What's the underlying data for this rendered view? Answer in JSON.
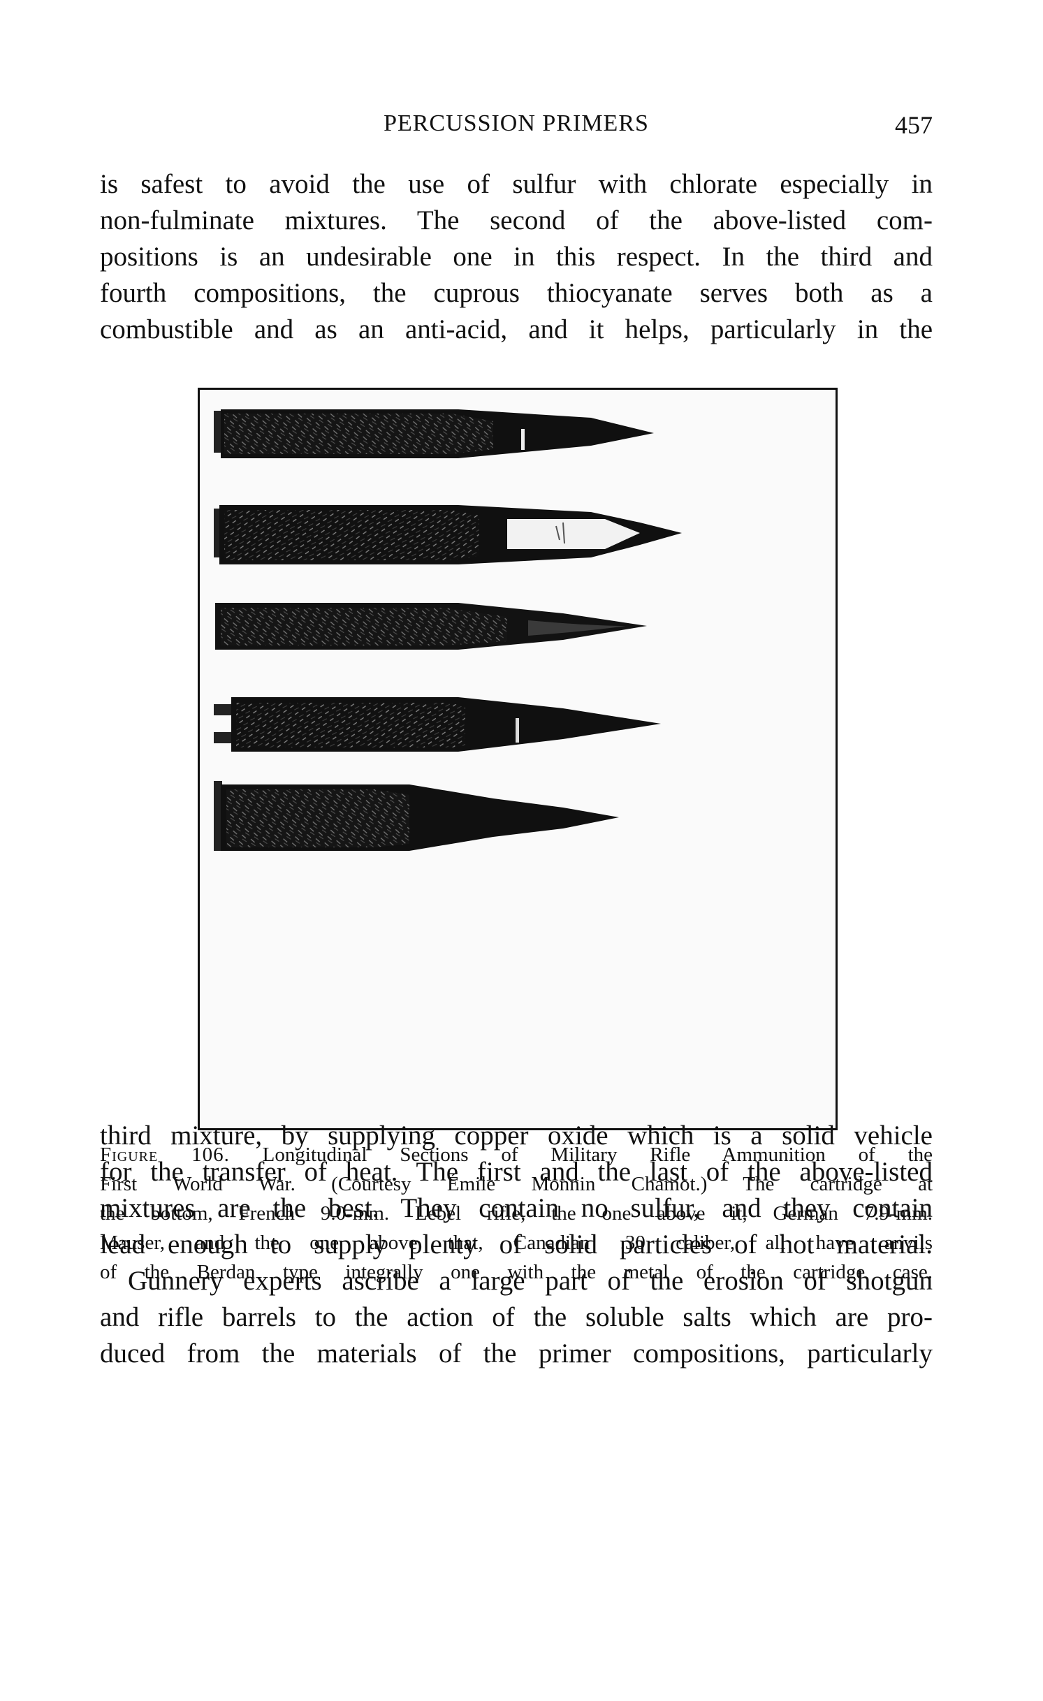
{
  "header": {
    "title": "PERCUSSION PRIMERS",
    "page_number": "457"
  },
  "top_paragraph": {
    "lines": [
      "is safest to avoid the use of sulfur with chlorate especially in",
      "non-fulminate mixtures. The second of the above-listed com-",
      "positions is an undesirable one in this respect. In the third and",
      "fourth compositions, the cuprous thiocyanate serves both as a",
      "combustible and as an anti-acid, and it helps, particularly in the"
    ]
  },
  "figure": {
    "label": "Figure 106.",
    "caption_lines": [
      "Longitudinal Sections of Military Rifle Ammunition of the",
      "First World War. (Courtesy Émile Monnin Chamot.) The cartridge at",
      "the bottom, French 9.0-mm. Lebel rifle, the one above it, German 7.9-mm.",
      "Mauser, and the one above that, Canadian .30 caliber, all have anvils",
      "of the Berdan type integrally one with the metal of the cartridge case."
    ]
  },
  "bottom_paragraph": {
    "lines": [
      "third mixture, by supplying copper oxide which is a solid vehicle",
      "for the transfer of heat. The first and the last of the above-listed",
      "mixtures are the best. They contain no sulfur, and they contain",
      "lead enough to supply plenty of solid particles of hot material.",
      "Gunnery experts ascribe a large part of the erosion of shotgun",
      "and rifle barrels to the action of the soluble salts which are pro-",
      "duced from the materials of the primer compositions, particularly"
    ]
  }
}
